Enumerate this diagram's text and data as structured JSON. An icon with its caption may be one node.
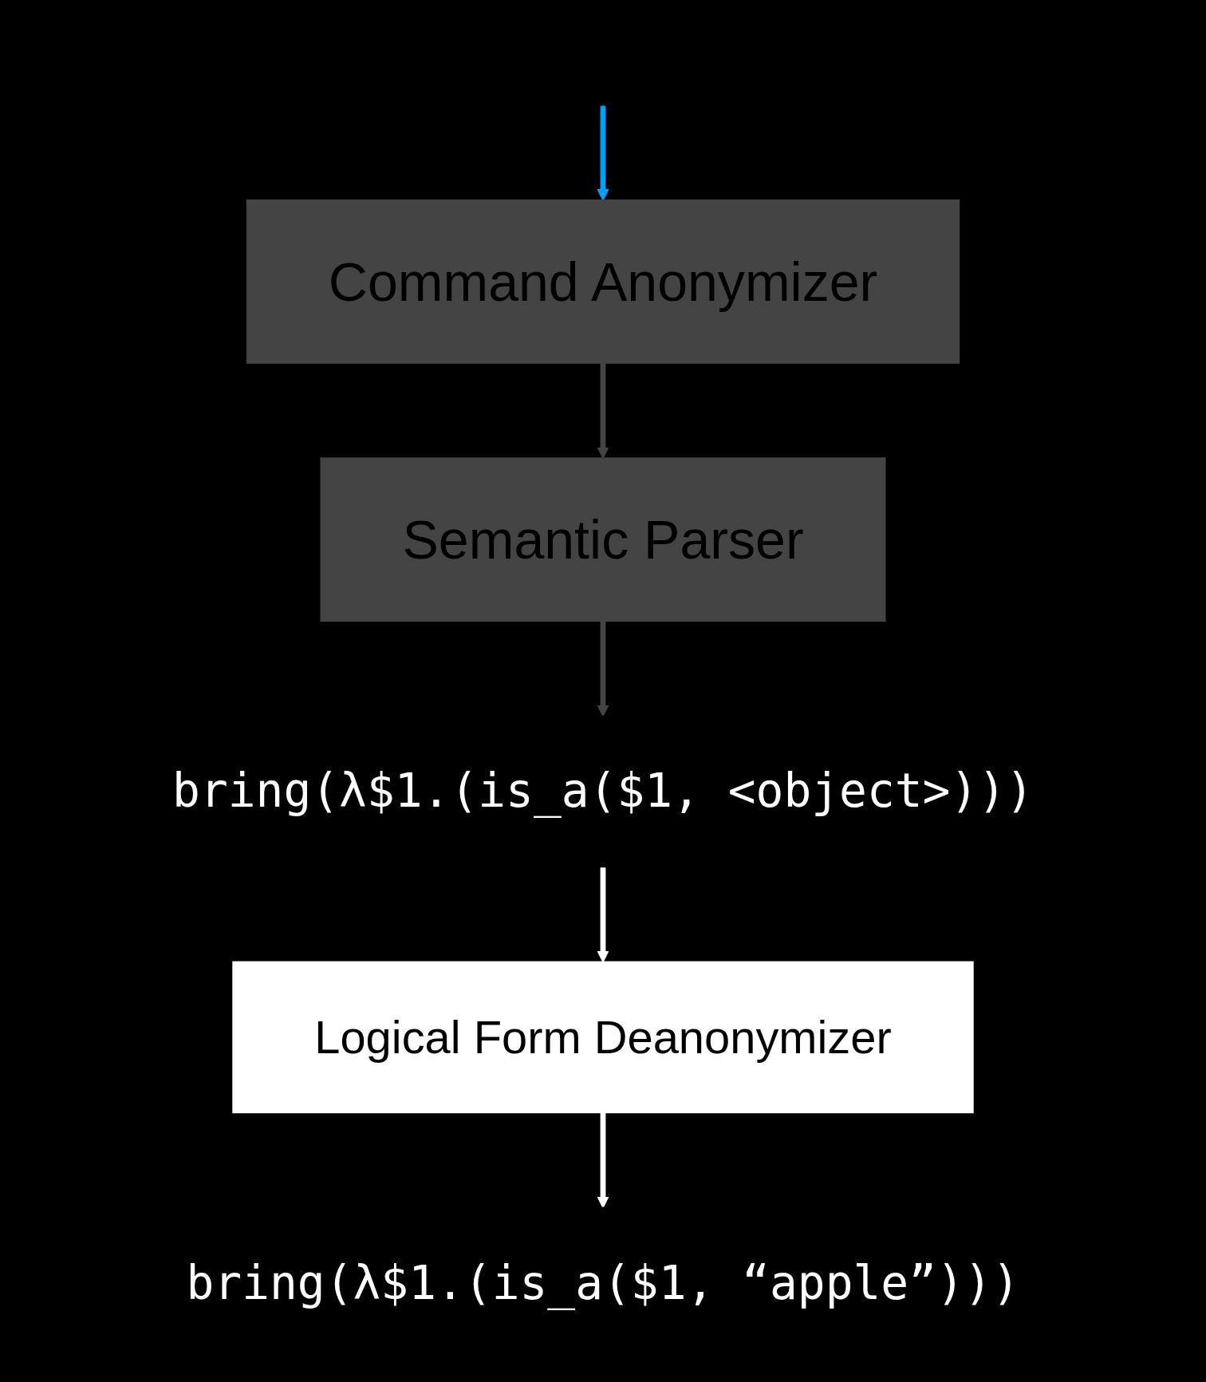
{
  "diagram": {
    "nodes": [
      {
        "text": [
          "Command Anonymizer"
        ]
      },
      {
        "text": [
          "Semantic Parser"
        ]
      },
      {
        "text": [
          "bring(λ$1.(is_a($1, <object>)))"
        ]
      },
      {
        "text": [
          "Logical Form Deanonymizer"
        ]
      },
      {
        "text": [
          "bring(λ$1.(is_a($1, “apple”)))"
        ]
      }
    ],
    "edges": [
      {
        "from": null,
        "to": 0,
        "arrow": "to",
        "color": "#00a0ff"
      },
      {
        "from": 0,
        "to": 1,
        "arrow": "to",
        "color": "#444444"
      },
      {
        "from": 1,
        "to": 2,
        "arrow": "to",
        "color": "#444444"
      },
      {
        "from": 2,
        "to": 3,
        "arrow": "to",
        "color": "#ffffff"
      },
      {
        "from": 3,
        "to": 4,
        "arrow": "to",
        "color": "#ffffff"
      }
    ]
  }
}
